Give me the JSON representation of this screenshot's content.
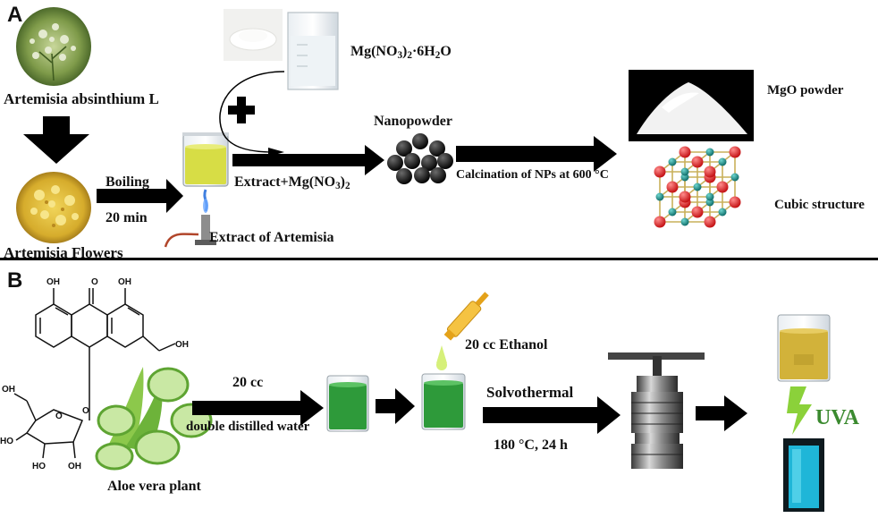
{
  "panel_a": {
    "letter": "A",
    "plant_label": "Artemisia absinthium L",
    "flowers_label": "Artemisia Flowers",
    "boiling_label": "Boiling",
    "time_label": "20 min",
    "extract_label": "Extract of Artemisia",
    "precursor_label": "Mg(NO3)2·6H2O",
    "mix_label": "Extract+Mg(NO3)2",
    "nanopowder_label": "Nanopowder",
    "calcination_label": "Calcination of NPs at 600 °C",
    "mgo_label": "MgO powder",
    "cubic_label": "Cubic structure"
  },
  "panel_b": {
    "letter": "B",
    "volume_label": "20 cc",
    "water_label": "double distilled water",
    "aloe_label": "Aloe vera plant",
    "ethanol_label": "20 cc Ethanol",
    "solvothermal_label": "Solvothermal",
    "conditions_label": "180 °C, 24 h",
    "uva_label": "UVA"
  },
  "colors": {
    "arrow": "#000000",
    "divider": "#000000",
    "green_solution": "#2e9a3a",
    "yellow_solution": "#d8d84a",
    "fluorescence": "#1fb6d8",
    "uva_bolt": "#8bd13a",
    "mg_atom": "#e0262a",
    "o_atom": "#1a8a86",
    "lattice": "#c9b05a"
  }
}
